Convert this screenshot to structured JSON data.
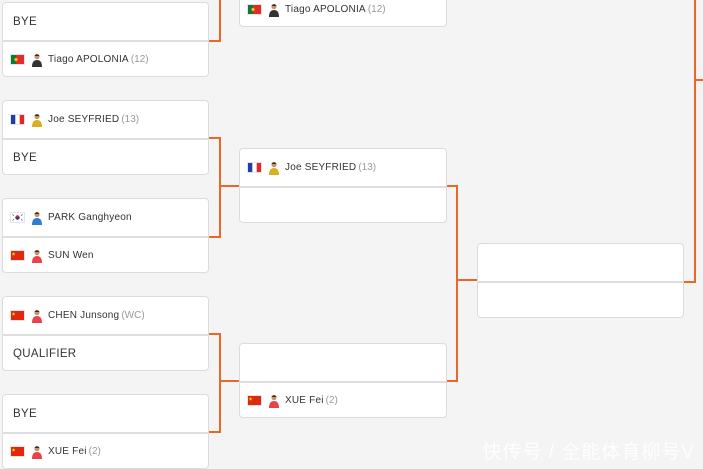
{
  "bracket": {
    "accent_color": "#e8682a",
    "rounds": [
      {
        "matches": [
          {
            "slots": [
              {
                "label": "BYE"
              },
              {
                "flag": "PT",
                "name": "Tiago APOLONIA",
                "seed": "(12)",
                "jersey": "#333333"
              }
            ]
          },
          {
            "slots": [
              {
                "flag": "FR",
                "name": "Joe SEYFRIED",
                "seed": "(13)",
                "jersey": "#d8b020"
              },
              {
                "label": "BYE"
              }
            ]
          },
          {
            "slots": [
              {
                "flag": "KR",
                "name": "PARK Ganghyeon",
                "seed": "",
                "jersey": "#2f7fd0"
              },
              {
                "flag": "CN",
                "name": "SUN Wen",
                "seed": "",
                "jersey": "#e8434a"
              }
            ]
          },
          {
            "slots": [
              {
                "flag": "CN",
                "name": "CHEN Junsong",
                "seed": "(WC)",
                "jersey": "#e8434a"
              },
              {
                "label": "QUALIFIER"
              }
            ]
          },
          {
            "slots": [
              {
                "label": "BYE"
              },
              {
                "flag": "CN",
                "name": "XUE Fei",
                "seed": "(2)",
                "jersey": "#e8434a"
              }
            ]
          }
        ]
      },
      {
        "matches": [
          {
            "slots": [
              {},
              {
                "flag": "PT",
                "name": "Tiago APOLONIA",
                "seed": "(12)",
                "jersey": "#333333"
              }
            ]
          },
          {
            "slots": [
              {
                "flag": "FR",
                "name": "Joe SEYFRIED",
                "seed": "(13)",
                "jersey": "#d8b020"
              },
              {}
            ]
          },
          {
            "slots": [
              {},
              {
                "flag": "CN",
                "name": "XUE Fei",
                "seed": "(2)",
                "jersey": "#e8434a"
              }
            ]
          }
        ]
      },
      {
        "matches": [
          {
            "slots": [
              {},
              {}
            ]
          }
        ]
      }
    ]
  },
  "watermark": "快传号 / 全能体育柳号V"
}
